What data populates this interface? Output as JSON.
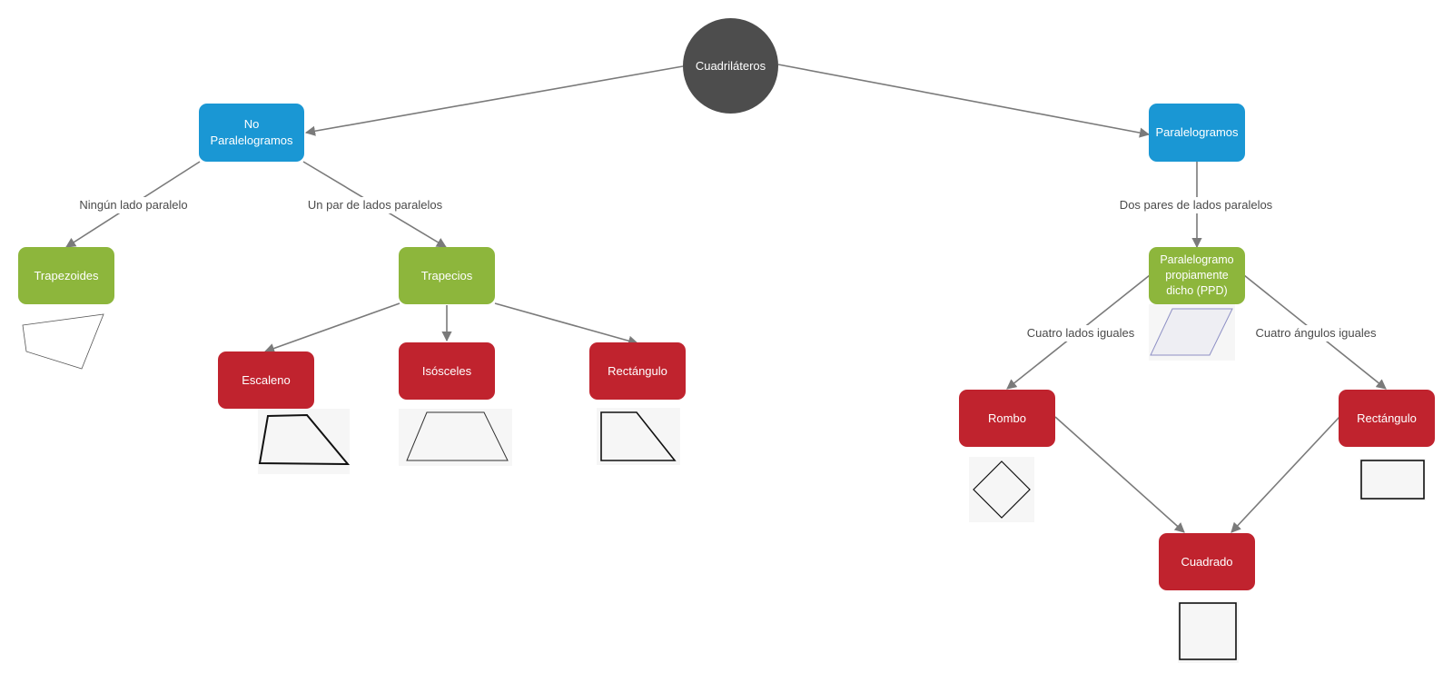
{
  "nodes": {
    "root": "Cuadriláteros",
    "no_paralelogramos": "No Paralelogramos",
    "paralelogramos": "Paralelogramos",
    "trapezoides": "Trapezoides",
    "trapecios": "Trapecios",
    "ppd": "Paralelogramo propiamente dicho (PPD)",
    "escaleno": "Escaleno",
    "isosceles": "Isósceles",
    "rectangulo_trapecio": "Rectángulo",
    "rombo": "Rombo",
    "rectangulo": "Rectángulo",
    "cuadrado": "Cuadrado"
  },
  "edge_labels": {
    "ningun_lado": "Ningún lado paralelo",
    "un_par": "Un par de lados paralelos",
    "dos_pares": "Dos pares de lados paralelos",
    "cuatro_lados": "Cuatro lados iguales",
    "cuatro_angulos": "Cuatro ángulos iguales"
  },
  "colors": {
    "root": "#4d4d4d",
    "category": "#1a97d4",
    "subcategory": "#8db63c",
    "leaf": "#c0232e",
    "connector": "#7a7a7a"
  }
}
